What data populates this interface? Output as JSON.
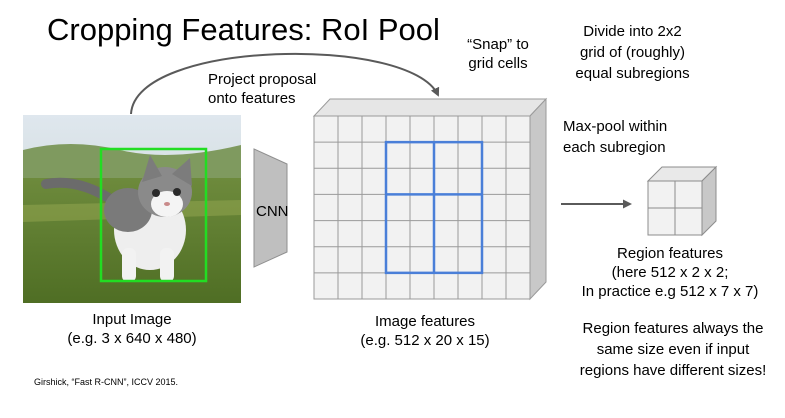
{
  "slide": {
    "title": "Cropping Features: RoI Pool",
    "citation": "Girshick, “Fast R-CNN”, ICCV 2015."
  },
  "labels": {
    "project_line1": "Project proposal",
    "project_line2": "onto features",
    "snap_line1": "“Snap” to",
    "snap_line2": "grid cells",
    "divide_line1": "Divide into 2x2",
    "divide_line2": "grid of (roughly)",
    "divide_line3": "equal subregions",
    "maxpool_line1": "Max-pool within",
    "maxpool_line2": "each subregion",
    "cnn": "CNN",
    "input_line1": "Input Image",
    "input_line2": "(e.g. 3 x 640 x 480)",
    "features_line1": "Image features",
    "features_line2": "(e.g. 512 x 20 x 15)",
    "region_line1": "Region features",
    "region_line2": "(here 512 x 2 x 2;",
    "region_line3": "In practice e.g 512 x 7 x 7)",
    "note_line1": "Region features always the",
    "note_line2": "same size even if input",
    "note_line3": "regions have different sizes!"
  },
  "colors": {
    "proposal_box": "#22dd22",
    "snapped_grid": "#4a7fd8",
    "feature_face": "#f2f2f2",
    "feature_side": "#c8c8c8",
    "grid_line": "#9a9a9a",
    "cnn_fill": "#bfbfbf",
    "arrow": "#5a5a5a"
  },
  "feature_map": {
    "cols": 9,
    "rows": 7
  },
  "snapped_region": {
    "col_start": 3,
    "col_end": 7,
    "row_start": 1,
    "row_end": 6
  },
  "output_grid": {
    "rows": 2,
    "cols": 2
  }
}
